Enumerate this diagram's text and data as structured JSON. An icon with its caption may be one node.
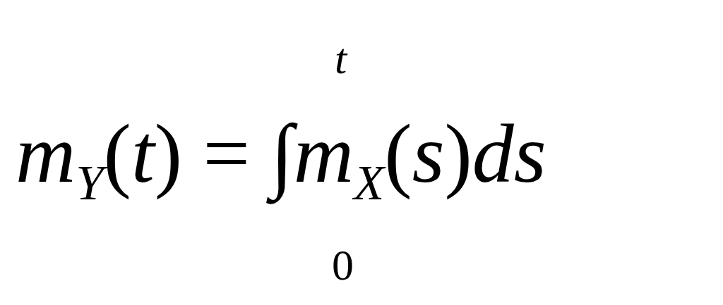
{
  "diagram": {
    "labels": [
      "t",
      "*m*$_{Y}$(*t*) = ∫*m*$_{X}$(*s*)*ds*",
      "0"
    ]
  }
}
